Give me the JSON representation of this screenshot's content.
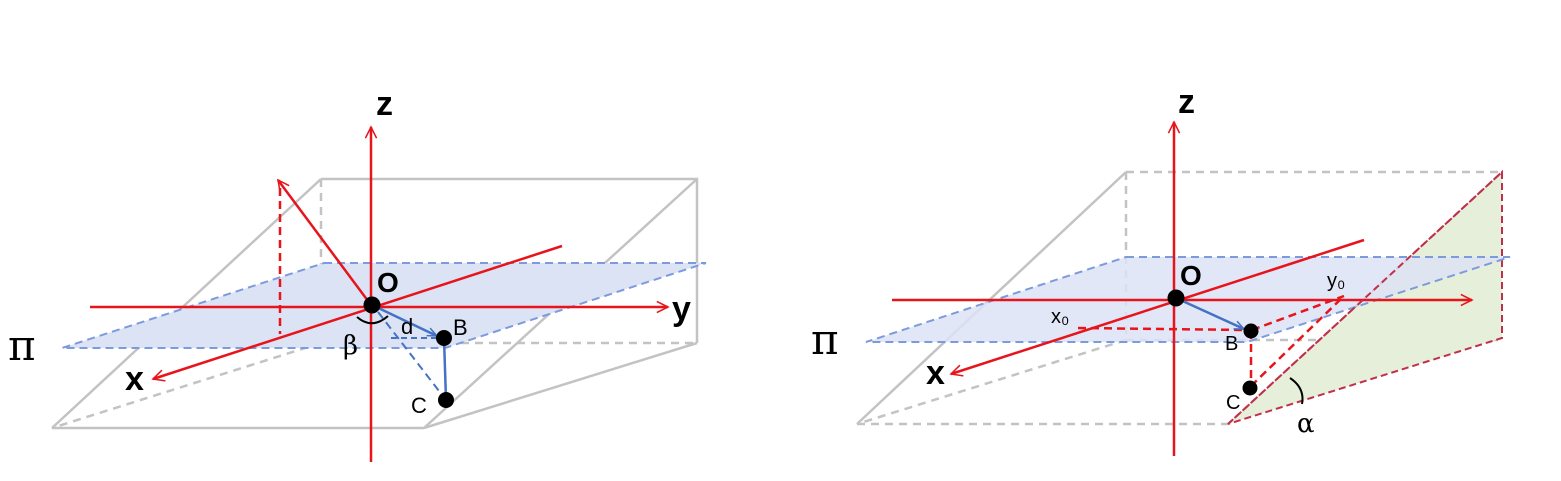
{
  "left": {
    "axis_z": "z",
    "axis_y": "y",
    "axis_x": "x",
    "origin": "O",
    "plane": "π",
    "point_b": "B",
    "point_c": "C",
    "dist": "d",
    "angle": "β"
  },
  "right": {
    "axis_z": "z",
    "axis_x": "x",
    "origin": "O",
    "plane": "π",
    "point_b": "B",
    "point_c": "C",
    "x0": "x₀",
    "y0": "y₀",
    "angle": "α"
  },
  "colors": {
    "axis": "#e8141c",
    "box": "#c3c3c3",
    "plane_fill": "#dce3f5",
    "plane_edge": "#7d9bdc",
    "vector": "#4472c4",
    "green_plane": "#e6efd9",
    "dark_red": "#c0304a"
  }
}
